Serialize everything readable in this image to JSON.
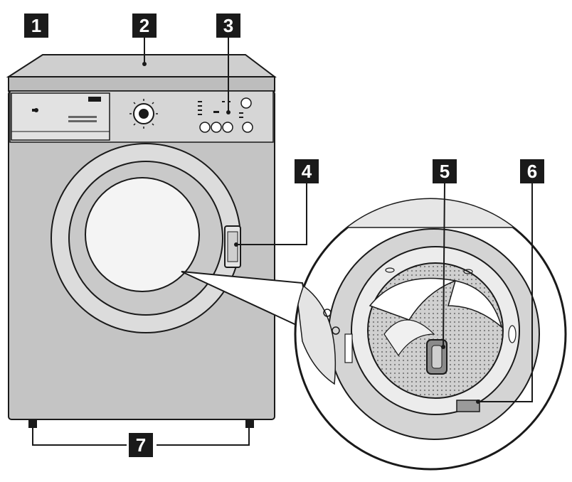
{
  "callouts": {
    "c1": "1",
    "c2": "2",
    "c3": "3",
    "c4": "4",
    "c5": "5",
    "c6": "6",
    "c7": "7"
  },
  "colors": {
    "ink": "#1a1a1a",
    "body_fill": "#c8c8c8",
    "panel_fill": "#d9d9d9",
    "door_glass": "#f4f4f4",
    "drum_mesh": "#bdbdbd",
    "label_bg": "#1a1a1a",
    "label_text": "#ffffff"
  }
}
